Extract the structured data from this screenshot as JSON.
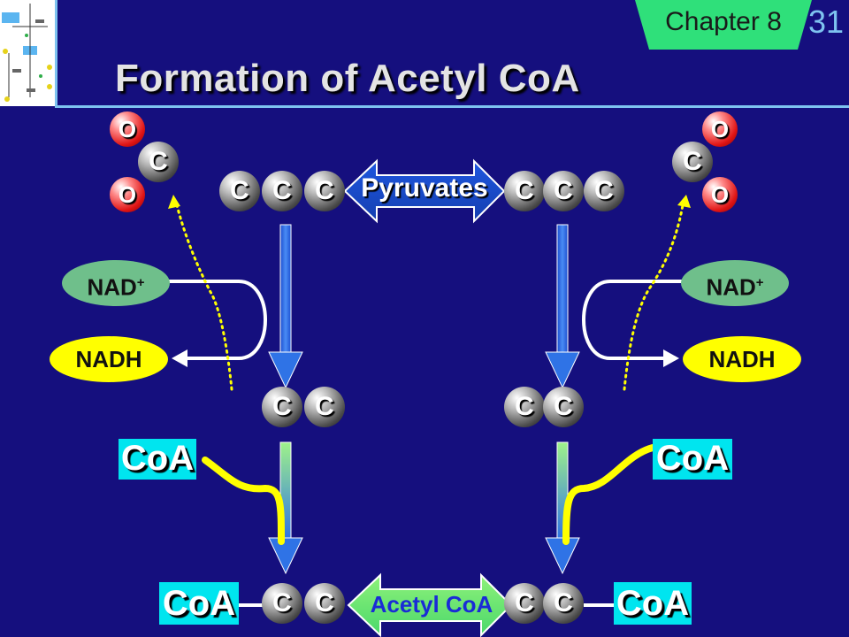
{
  "header": {
    "title": "Formation of Acetyl CoA",
    "chapter": "Chapter 8",
    "page_number": "31"
  },
  "atoms": {
    "carbon": "C",
    "oxygen": "O"
  },
  "labels": {
    "pyruvates": "Pyruvates",
    "acetyl_coa": "Acetyl CoA",
    "nad_base": "NAD",
    "nad_charge": "+",
    "nadh": "NADH",
    "coa": "CoA"
  },
  "colors": {
    "background": "#150f7e",
    "chapter_tab": "#2fe07a",
    "coa_box": "#00e5ef",
    "nadh_ellipse": "#ffff00",
    "nad_ellipse": "#6fbf8b",
    "flow_arrow": "#2f73e6",
    "coa_link": "#ffff00"
  }
}
